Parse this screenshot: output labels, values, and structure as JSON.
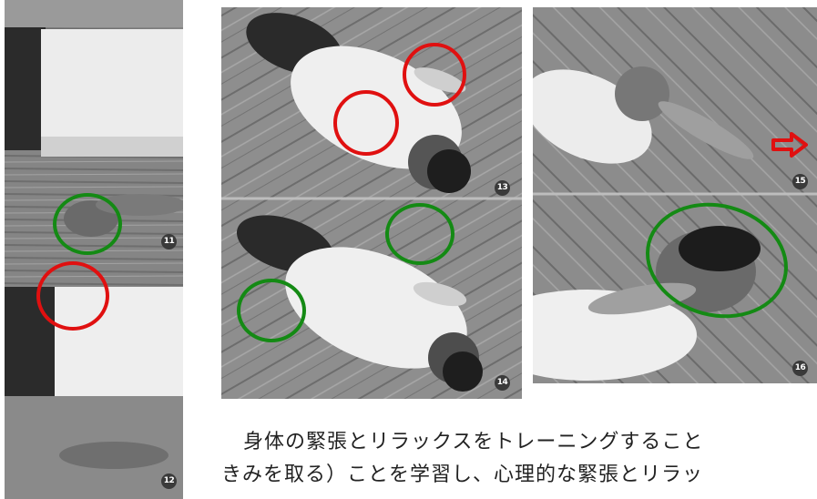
{
  "photos": [
    {
      "id": "left-strip",
      "numbers": [
        "11",
        "12"
      ]
    },
    {
      "id": "middle",
      "numbers": [
        "13",
        "14"
      ]
    },
    {
      "id": "right",
      "numbers": [
        "15",
        "16"
      ]
    }
  ],
  "markers": {
    "red": "#e01010",
    "green": "#148a14",
    "arrow": "#e01010"
  },
  "caption": {
    "line1": "身体の緊張とリラックスをトレーニングすること",
    "line2": "きみを取る）ことを学習し、心理的な緊張とリラッ"
  }
}
